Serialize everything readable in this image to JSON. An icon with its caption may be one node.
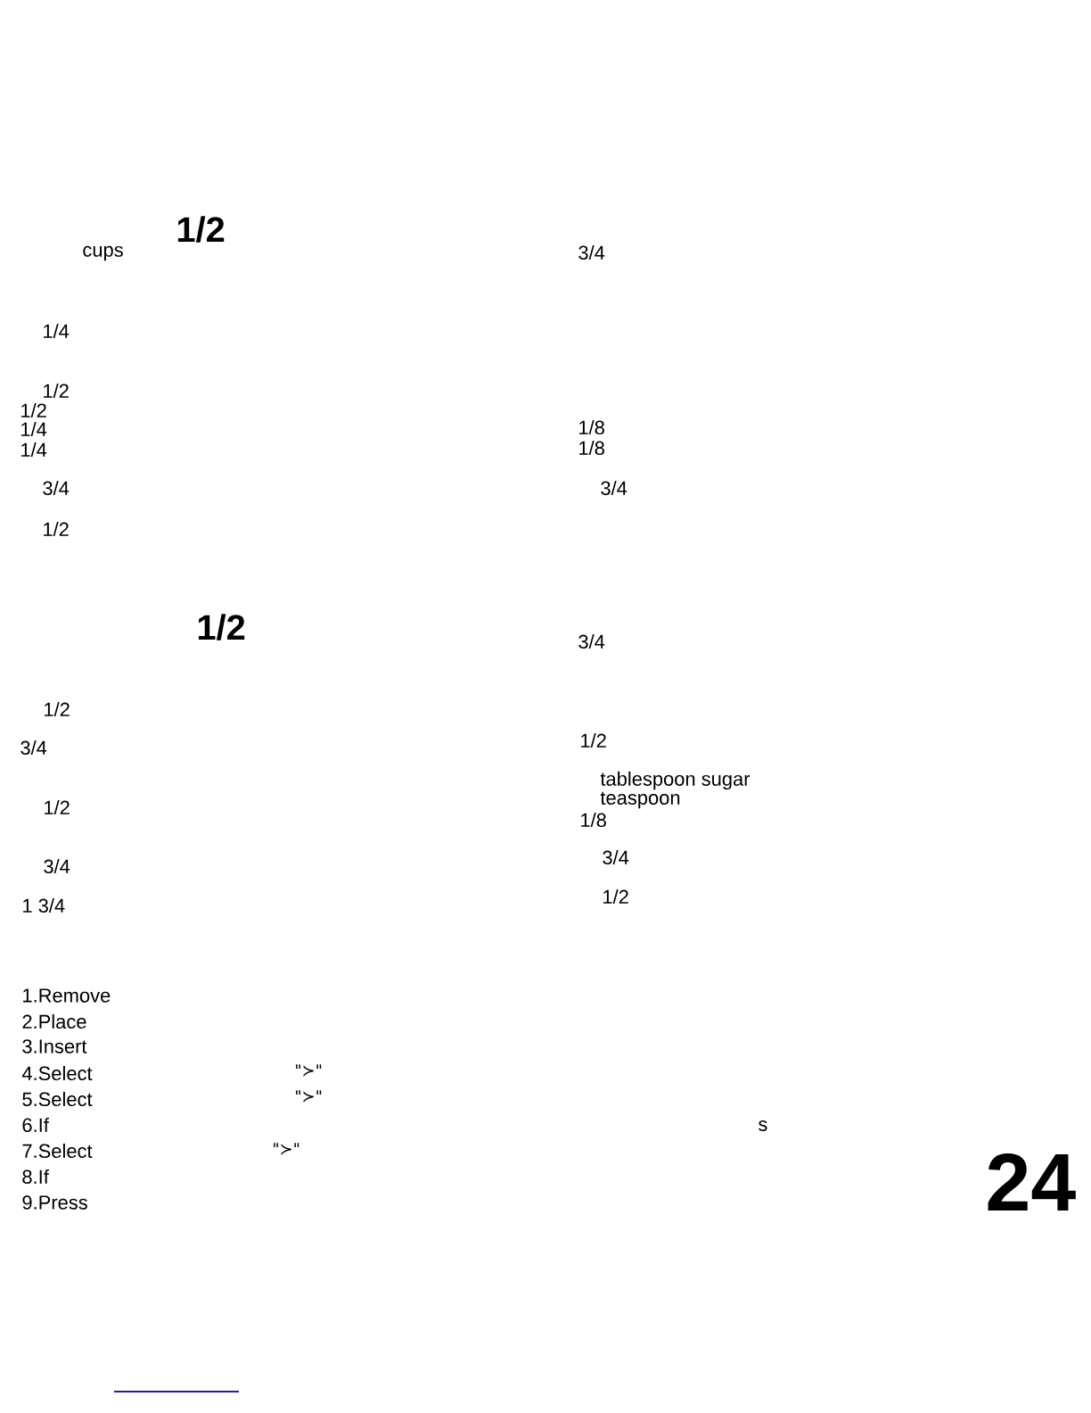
{
  "diagram": {
    "labels": [
      "1/2",
      "cups",
      "3/4",
      "1/4",
      "1/2",
      "1/2",
      "1/4",
      "1/4",
      "1/8",
      "1/8",
      "3/4",
      "3/4",
      "1/2",
      "1/2",
      "3/4",
      "1/2",
      "3/4",
      "1/2",
      "tablespoon sugar",
      "teaspoon",
      "1/8",
      "1/2",
      "3/4",
      "3/4",
      "1 3/4",
      "1/2",
      "1.Remove",
      "2.Place",
      "3.Insert",
      "4.Select",
      "\"≻\"",
      "5.Select",
      "\"≻\"",
      "6.If",
      "s",
      "7.Select",
      "\"≻\"",
      "8.If",
      "9.Press",
      "24"
    ]
  }
}
